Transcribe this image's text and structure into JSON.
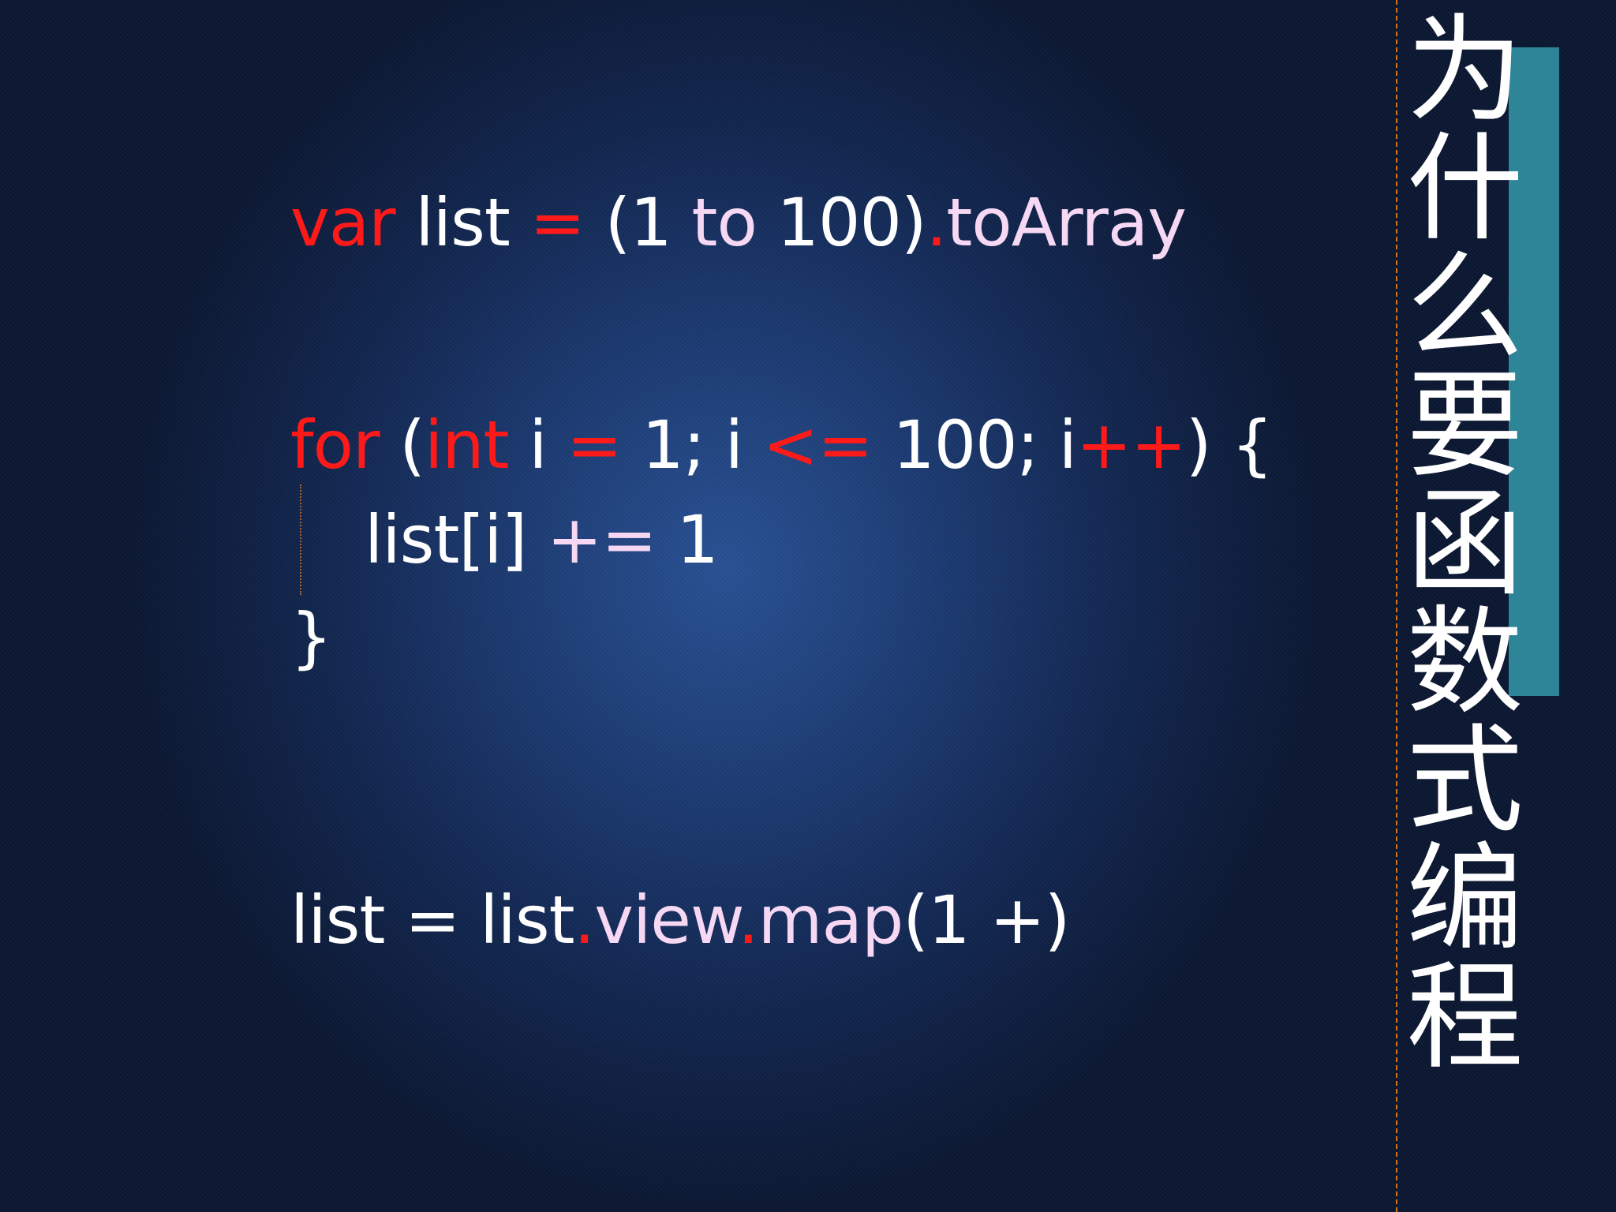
{
  "slide": {
    "title": "为什么要函数式编程",
    "colors": {
      "keyword": "#ff1a1a",
      "method": "#f6d8f4",
      "text": "#ffffff",
      "accent_bar": "#2e8597",
      "divider": "#d4741f"
    },
    "code": {
      "line1": {
        "t1": "var",
        "t2": " list ",
        "t3": "=",
        "t4": " (1 ",
        "t5": "to",
        "t6": " 100)",
        "t7": ".",
        "t8": "toArray"
      },
      "line2": {
        "t1": "for",
        "t2": " (",
        "t3": "int",
        "t4": " i ",
        "t5": "=",
        "t6": " 1; i ",
        "t7": "<=",
        "t8": " 100; i",
        "t9": "++",
        "t10": ") {"
      },
      "line3": {
        "t1": "list[i] ",
        "t2": "+=",
        "t3": " 1"
      },
      "line4": {
        "t1": "}"
      },
      "line5": {
        "t1": "list = list",
        "t2": ".",
        "t3": "view",
        "t4": ".",
        "t5": "map",
        "t6": "(1 +)"
      }
    }
  }
}
